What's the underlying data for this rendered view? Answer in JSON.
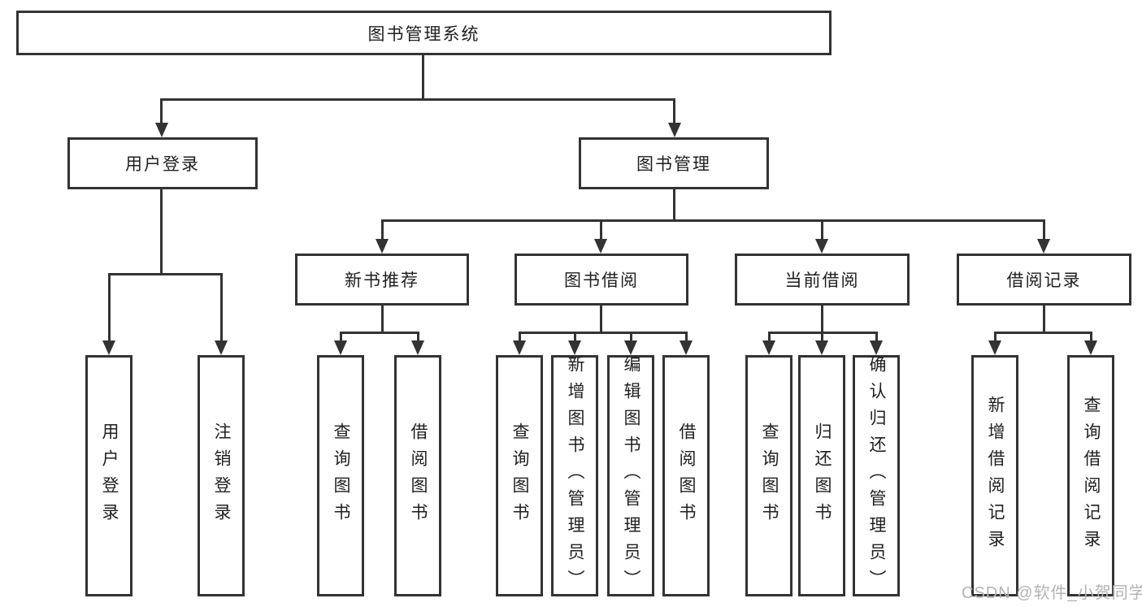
{
  "diagram": {
    "type": "tree",
    "root": {
      "label": "图书管理系统"
    },
    "branches": [
      {
        "label": "用户登录",
        "children": [
          {
            "label": "用户登录"
          },
          {
            "label": "注销登录"
          }
        ]
      },
      {
        "label": "图书管理",
        "children": [
          {
            "label": "新书推荐",
            "children": [
              {
                "label": "查询图书"
              },
              {
                "label": "借阅图书"
              }
            ]
          },
          {
            "label": "图书借阅",
            "children": [
              {
                "label": "查询图书"
              },
              {
                "label": "新增图书（管理员）"
              },
              {
                "label": "编辑图书（管理员）"
              },
              {
                "label": "借阅图书"
              }
            ]
          },
          {
            "label": "当前借阅",
            "children": [
              {
                "label": "查询图书"
              },
              {
                "label": "归还图书"
              },
              {
                "label": "确认归还（管理员）"
              }
            ]
          },
          {
            "label": "借阅记录",
            "children": [
              {
                "label": "新增借阅记录"
              },
              {
                "label": "查询借阅记录"
              }
            ]
          }
        ]
      }
    ]
  },
  "watermark": {
    "text": "CSDN @软件_小贺同学"
  },
  "colors": {
    "border": "#333333",
    "text": "#1f1f1f",
    "background": "#ffffff",
    "watermark": "#b3b3b3"
  }
}
